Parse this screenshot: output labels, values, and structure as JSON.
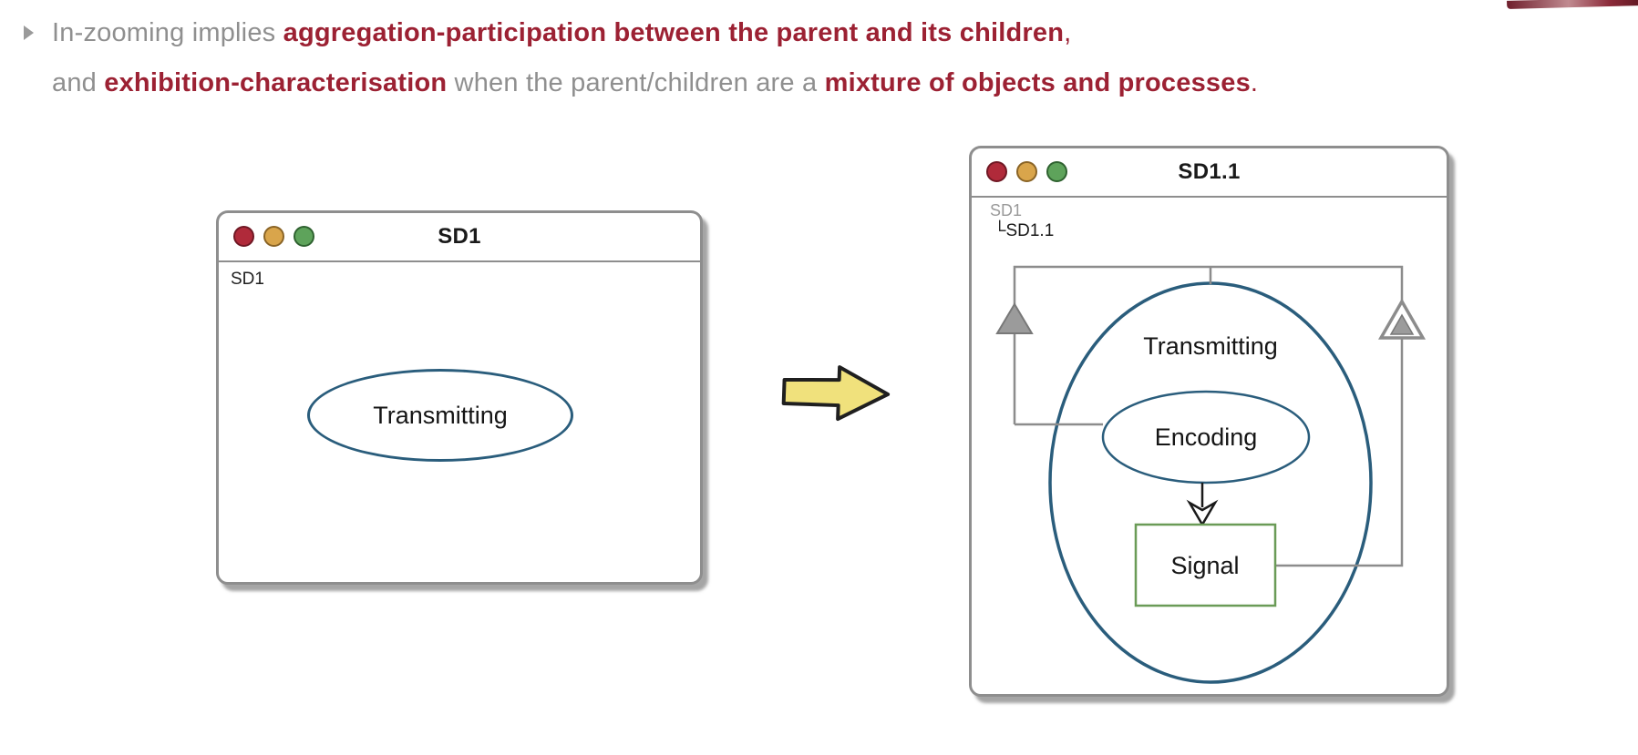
{
  "headline": {
    "line1": {
      "gray1": "In-zooming implies ",
      "maroon1": "aggregation-participation between the parent and its children",
      "tail": ","
    },
    "line2": {
      "gray1": "and ",
      "maroon1": "exhibition-characterisation",
      "gray2": " when the parent/children are a ",
      "maroon2": "mixture of objects and processes",
      "tail": "."
    }
  },
  "left_window": {
    "title": "SD1",
    "breadcrumb": "SD1",
    "process_label": "Transmitting"
  },
  "right_window": {
    "title": "SD1.1",
    "breadcrumb_parent": "SD1",
    "breadcrumb_child": "└SD1.1",
    "process_label": "Transmitting",
    "subprocess_label": "Encoding",
    "object_label": "Signal"
  },
  "colors": {
    "maroon_text": "#9c2133",
    "gray_text": "#8f8f8f",
    "process_stroke": "#2a5d7c",
    "object_stroke": "#6a9b57",
    "connector_gray": "#8c8c8c",
    "arrow_fill": "#f0e17c",
    "traffic_red": "#b02a3a",
    "traffic_amber": "#d9a54b",
    "traffic_green": "#5ea35b"
  }
}
